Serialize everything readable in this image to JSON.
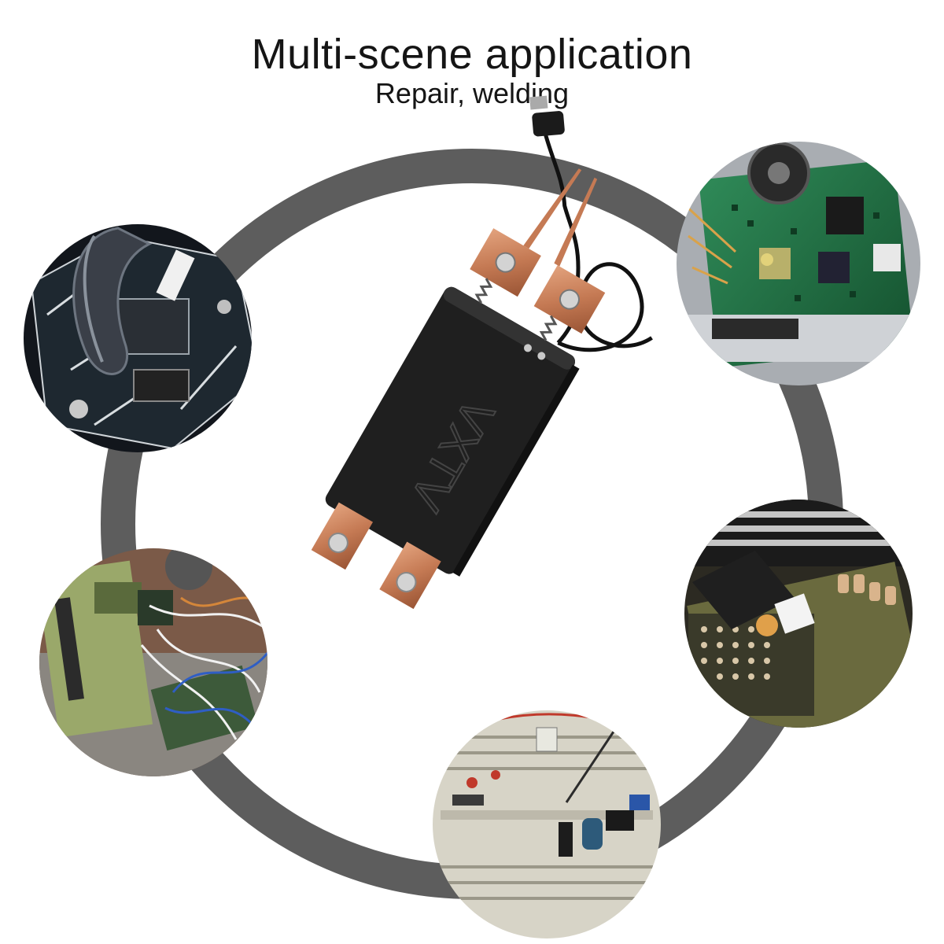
{
  "header": {
    "title": "Multi-scene application",
    "subtitle": "Repair, welding"
  },
  "product": {
    "logo_text": "VXTV",
    "ring_color": "#5a5a5a",
    "body_color": "#1c1c1c",
    "copper_color": "#c8805a"
  },
  "scenes": [
    {
      "name": "handheld-circuit-repair"
    },
    {
      "name": "motherboard-repair"
    },
    {
      "name": "wired-board-welding"
    },
    {
      "name": "chip-soldering"
    },
    {
      "name": "breadboard-circuit"
    }
  ]
}
